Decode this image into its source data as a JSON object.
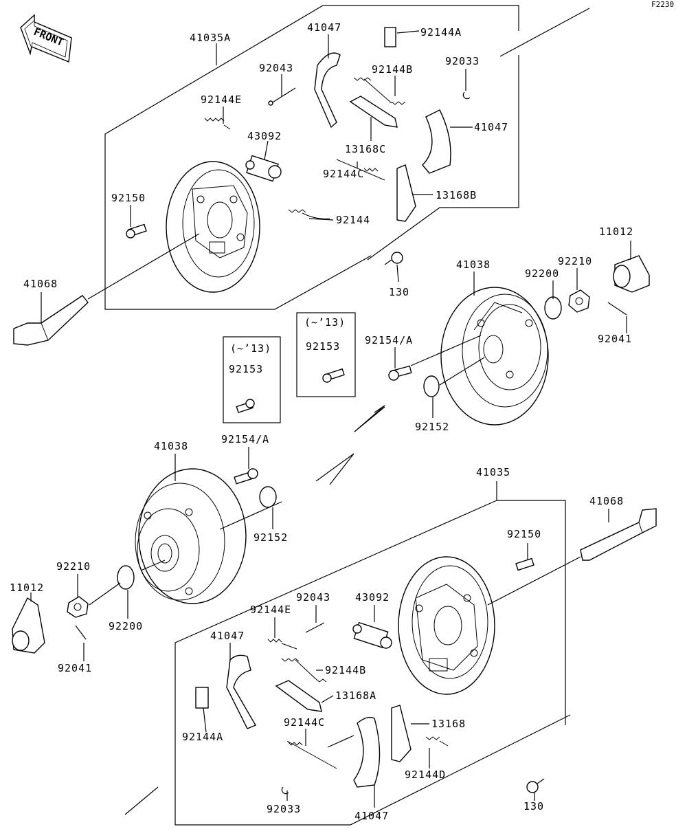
{
  "figure_code": "F2230",
  "front_label": "FRONT",
  "callouts": {
    "upper_brake_assy": "41035A",
    "lower_brake_assy": "41035",
    "shoe_top": "41047",
    "shoe_right": "41047",
    "shoe_lower_left": "41047",
    "shoe_lower_bottom": "41047",
    "clip_top": "92144A",
    "clip_lower": "92144A",
    "pin_top": "92043",
    "pin_lower": "92043",
    "spring_b_top": "92144B",
    "spring_b_lower": "92144B",
    "ring_top": "92033",
    "ring_lower": "92033",
    "spring_e_top": "92144E",
    "spring_e_lower": "92144E",
    "cylinder_top": "43092",
    "cylinder_lower": "43092",
    "lever_c": "13168C",
    "lever_b": "13168B",
    "lever_a": "13168A",
    "lever_plain": "13168",
    "spring_c_top": "92144C",
    "spring_c_lower": "92144C",
    "spring_plain": "92144",
    "spring_d": "92144D",
    "bolt_top": "92150",
    "bolt_lower": "92150",
    "axle_top": "41068",
    "axle_lower": "41068",
    "bolt130_top": "130",
    "bolt130_lower": "130",
    "drum_right": "41038",
    "drum_left": "41038",
    "cap_right": "11012",
    "cap_left": "11012",
    "nut_right": "92210",
    "nut_left": "92210",
    "washer_right": "92200",
    "washer_left": "92200",
    "cotter_right": "92041",
    "cotter_left": "92041",
    "stud_right": "92154/A",
    "stud_left": "92154/A",
    "seal_right": "92152",
    "seal_left": "92152",
    "box_left_note": "(~’13)",
    "box_left_part": "92153",
    "box_right_note": "(~’13)",
    "box_right_part": "92153"
  }
}
